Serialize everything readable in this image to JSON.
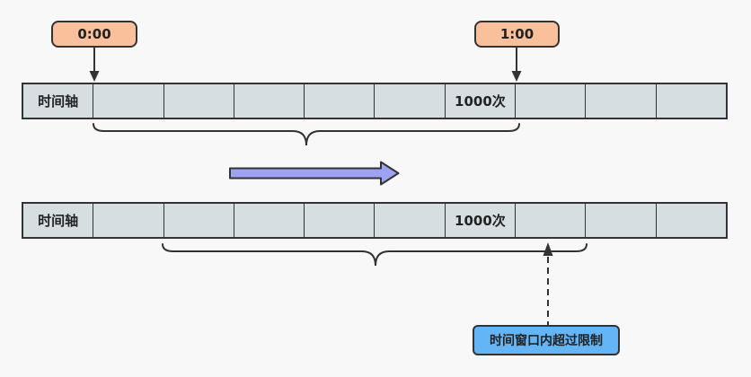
{
  "labels": {
    "start_time": "0:00",
    "end_time": "1:00",
    "limit_exceeded": "时间窗口内超过限制"
  },
  "timelines": [
    {
      "cells": [
        "时间轴",
        "",
        "",
        "",
        "",
        "",
        "1000次",
        "",
        "",
        ""
      ]
    },
    {
      "cells": [
        "时间轴",
        "",
        "",
        "",
        "",
        "",
        "1000次",
        "",
        "",
        ""
      ]
    }
  ],
  "icons": {
    "start_marker": "arrow-down-icon",
    "end_marker": "arrow-down-icon",
    "window_brace_top": "curly-underbrace-icon",
    "window_brace_bottom": "curly-underbrace-icon",
    "slide_arrow": "arrow-right-icon",
    "limit_pointer": "dashed-arrow-up-icon"
  },
  "colors": {
    "bg": "#f8f8f8",
    "stroke": "#333333",
    "cell_fill": "#d6dee2",
    "box_orange": "#fac09c",
    "box_blue": "#64b5f6",
    "arrow_purple": "#9da3f2",
    "text": "#222222"
  }
}
